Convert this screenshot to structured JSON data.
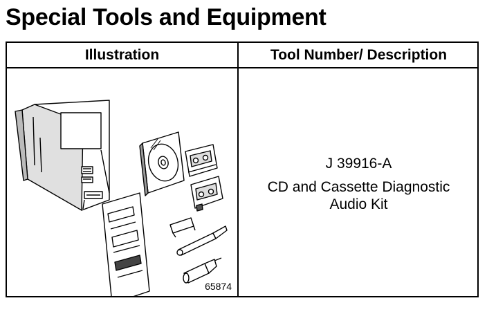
{
  "title": "Special Tools and Equipment",
  "headers": {
    "illustration": "Illustration",
    "tool": "Tool Number/ Description"
  },
  "figure_number": "65874",
  "tool": {
    "number": "J 39916-A",
    "description_line1": "CD and Cassette Diagnostic",
    "description_line2": "Audio Kit"
  },
  "icons": [
    "carrying-case-icon",
    "compact-disc-icon",
    "cassette-icon",
    "adapter-cassette-icon",
    "instruction-sheet-icon",
    "plug-icon",
    "probe-icon",
    "connector-icon"
  ]
}
